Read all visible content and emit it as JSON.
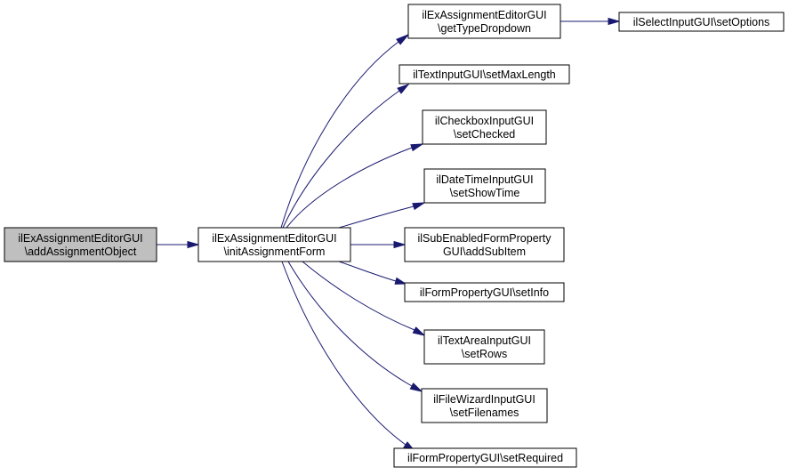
{
  "colors": {
    "edge": "#191970",
    "node_fill": "#ffffff",
    "root_fill": "#bfbfbf",
    "node_border": "#000000"
  },
  "nodes": {
    "root": {
      "lines": [
        "ilExAssignmentEditorGUI",
        "\\addAssignmentObject"
      ]
    },
    "init": {
      "lines": [
        "ilExAssignmentEditorGUI",
        "\\initAssignmentForm"
      ]
    },
    "typedrop": {
      "lines": [
        "ilExAssignmentEditorGUI",
        "\\getTypeDropdown"
      ]
    },
    "setopts": {
      "lines": [
        "ilSelectInputGUI\\setOptions"
      ]
    },
    "maxlen": {
      "lines": [
        "ilTextInputGUI\\setMaxLength"
      ]
    },
    "checked": {
      "lines": [
        "ilCheckboxInputGUI",
        "\\setChecked"
      ]
    },
    "showtime": {
      "lines": [
        "ilDateTimeInputGUI",
        "\\setShowTime"
      ]
    },
    "subitem": {
      "lines": [
        "ilSubEnabledFormProperty",
        "GUI\\addSubItem"
      ]
    },
    "info": {
      "lines": [
        "ilFormPropertyGUI\\setInfo"
      ]
    },
    "rows": {
      "lines": [
        "ilTextAreaInputGUI",
        "\\setRows"
      ]
    },
    "filenames": {
      "lines": [
        "ilFileWizardInputGUI",
        "\\setFilenames"
      ]
    },
    "required": {
      "lines": [
        "ilFormPropertyGUI\\setRequired"
      ]
    }
  }
}
